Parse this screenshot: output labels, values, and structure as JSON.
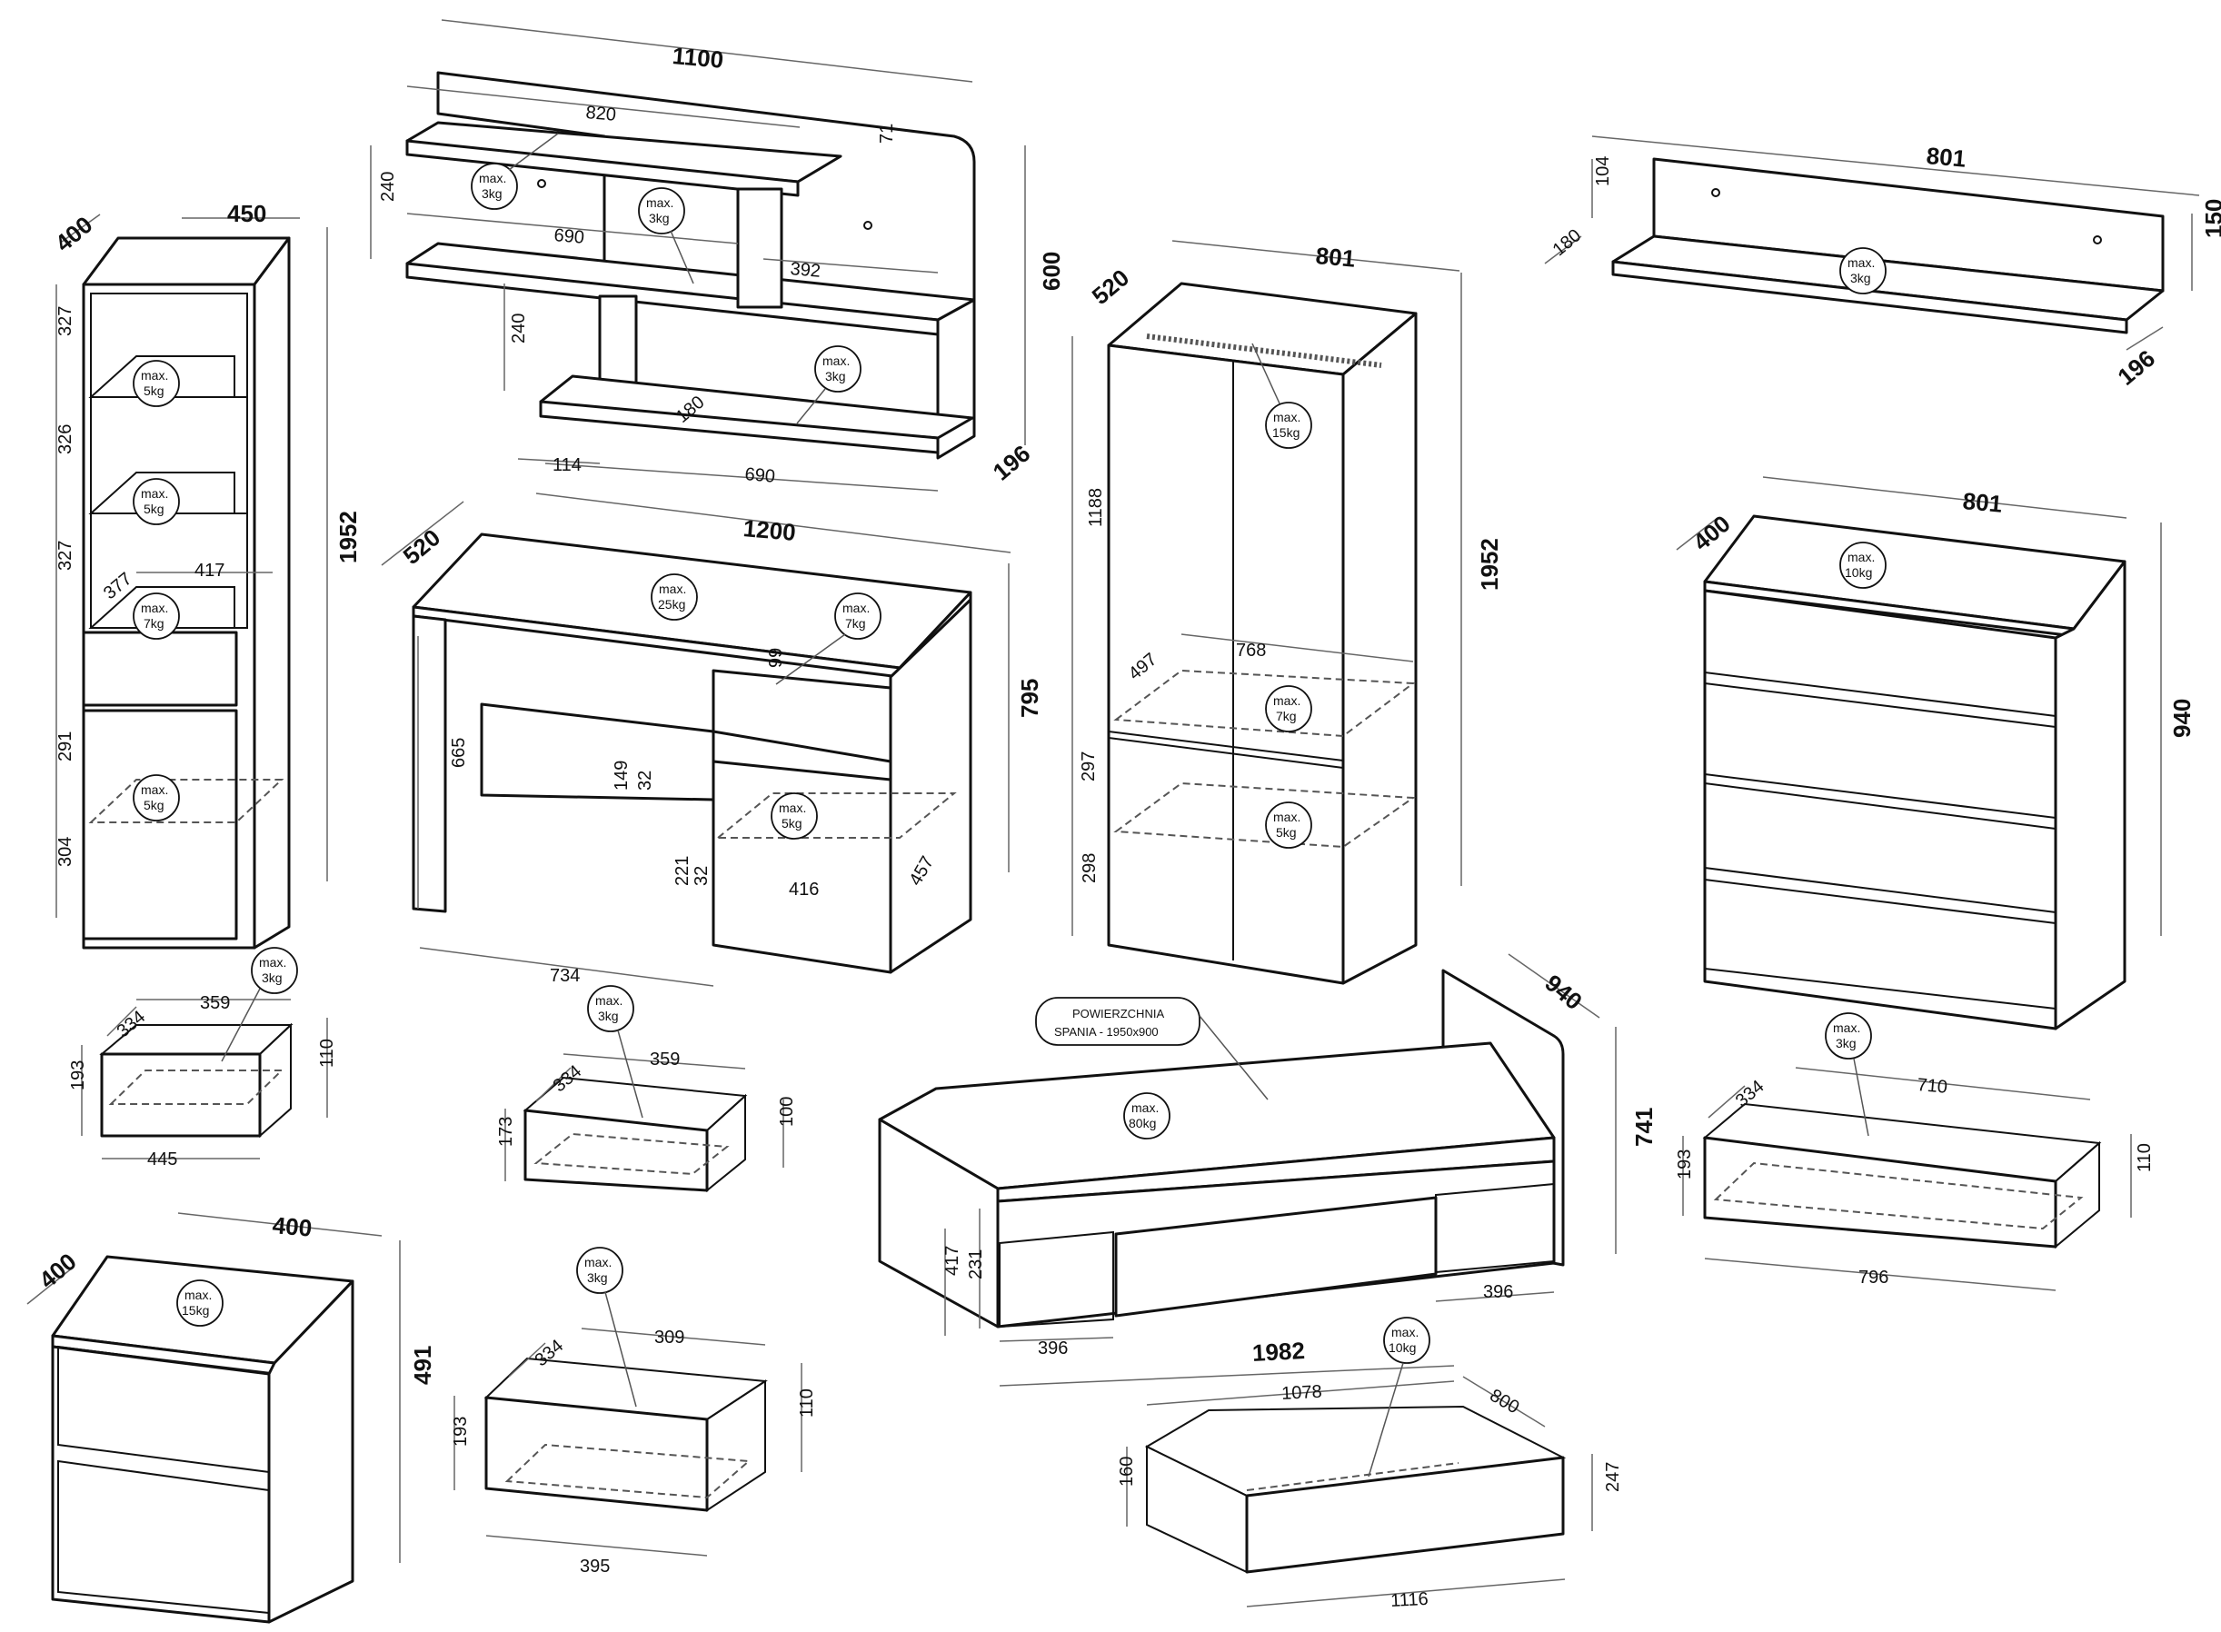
{
  "load_label": "max.",
  "loads": [
    "3kg",
    "3kg",
    "3kg",
    "3kg",
    "5kg",
    "5kg",
    "7kg",
    "5kg",
    "3kg",
    "25kg",
    "7kg",
    "5kg",
    "3kg",
    "15kg",
    "7kg",
    "5kg",
    "10kg",
    "3kg",
    "80kg",
    "10kg",
    "15kg",
    "3kg"
  ],
  "caption": {
    "line1": "POWIERZCHNIA",
    "line2": "SPANIA - 1950x900"
  },
  "dims": {
    "tower": {
      "width": "450",
      "depth": "400",
      "height": "1952",
      "s1": "327",
      "s2": "326",
      "s3": "327",
      "d1": "291",
      "d2": "304",
      "in_w": "417",
      "in_d": "377"
    },
    "tower_drawer": {
      "w": "359",
      "d": "334",
      "h": "193",
      "h2": "110",
      "b": "445"
    },
    "wall_shelf": {
      "w": "1100",
      "top": "820",
      "t71": "71",
      "g240a": "240",
      "g240b": "240",
      "w690a": "690",
      "w392": "392",
      "h600": "600",
      "d196": "196",
      "d180": "180",
      "l114": "114",
      "w690b": "690"
    },
    "desk": {
      "w": "1200",
      "d": "520",
      "h": "795",
      "h665": "665",
      "d99": "99",
      "d149": "149",
      "d32a": "32",
      "d221": "221",
      "d32b": "32",
      "w416": "416",
      "d457": "457",
      "w734": "734"
    },
    "desk_drawer": {
      "w": "359",
      "d": "334",
      "h": "173",
      "h2": "100"
    },
    "wardrobe": {
      "w": "801",
      "d": "520",
      "h": "1952",
      "h1188": "1188",
      "w768": "768",
      "d497": "497",
      "h297": "297",
      "h298": "298"
    },
    "small_shelf": {
      "w": "801",
      "h104": "104",
      "d180": "180",
      "h150": "150",
      "d196": "196"
    },
    "chest": {
      "w": "801",
      "d": "400",
      "h": "940"
    },
    "chest_drawer": {
      "w": "710",
      "d": "334",
      "h": "193",
      "h2": "110",
      "b": "796"
    },
    "nightstand": {
      "w": "400",
      "d": "400",
      "h": "491"
    },
    "ns_drawer": {
      "w": "309",
      "d": "334",
      "h": "193",
      "h2": "110",
      "b": "395"
    },
    "bed": {
      "d": "940",
      "h": "741",
      "l": "1982",
      "h417": "417",
      "h231": "231",
      "w396a": "396",
      "w396b": "396"
    },
    "bed_drawer": {
      "w": "1078",
      "d": "800",
      "h": "160",
      "h2": "247",
      "b": "1116"
    }
  }
}
